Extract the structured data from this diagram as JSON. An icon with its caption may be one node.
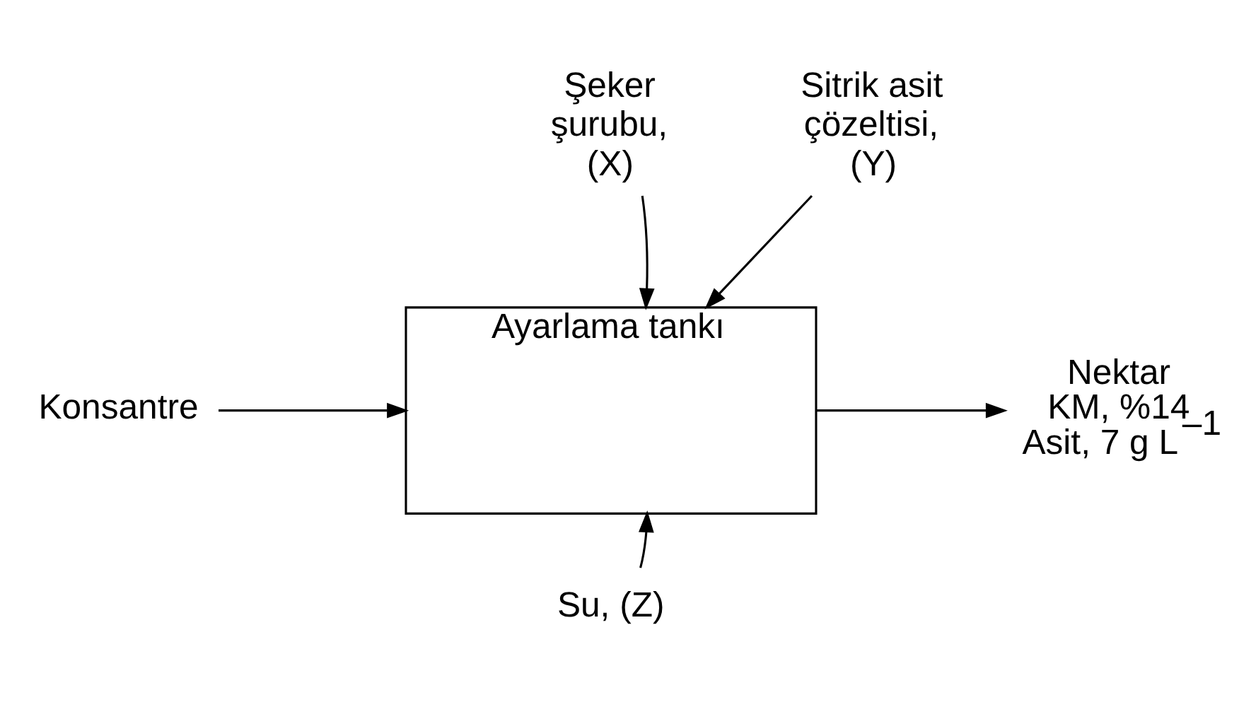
{
  "diagram": {
    "nodes": [
      {
        "text": [
          "Şeker şurubu, (X)"
        ]
      },
      {
        "text": [
          "Sitrik asit çözeltisi, (Y)"
        ]
      },
      {
        "text": [
          "Konsantre"
        ]
      },
      {
        "text": [
          "Ayarlama tankı"
        ]
      },
      {
        "text": [
          "Nektar",
          "KM, %14",
          "Asit, 7 g L$^{–1}$"
        ]
      },
      {
        "text": [
          "Su, (Z)"
        ]
      }
    ],
    "edges": [
      {
        "from": 0,
        "to": 3,
        "arrow": "to"
      },
      {
        "from": 1,
        "to": 3,
        "arrow": "to"
      },
      {
        "from": 2,
        "to": 3,
        "arrow": "to"
      },
      {
        "from": 3,
        "to": 4,
        "arrow": "to"
      },
      {
        "from": 5,
        "to": 3,
        "arrow": "to"
      }
    ]
  }
}
